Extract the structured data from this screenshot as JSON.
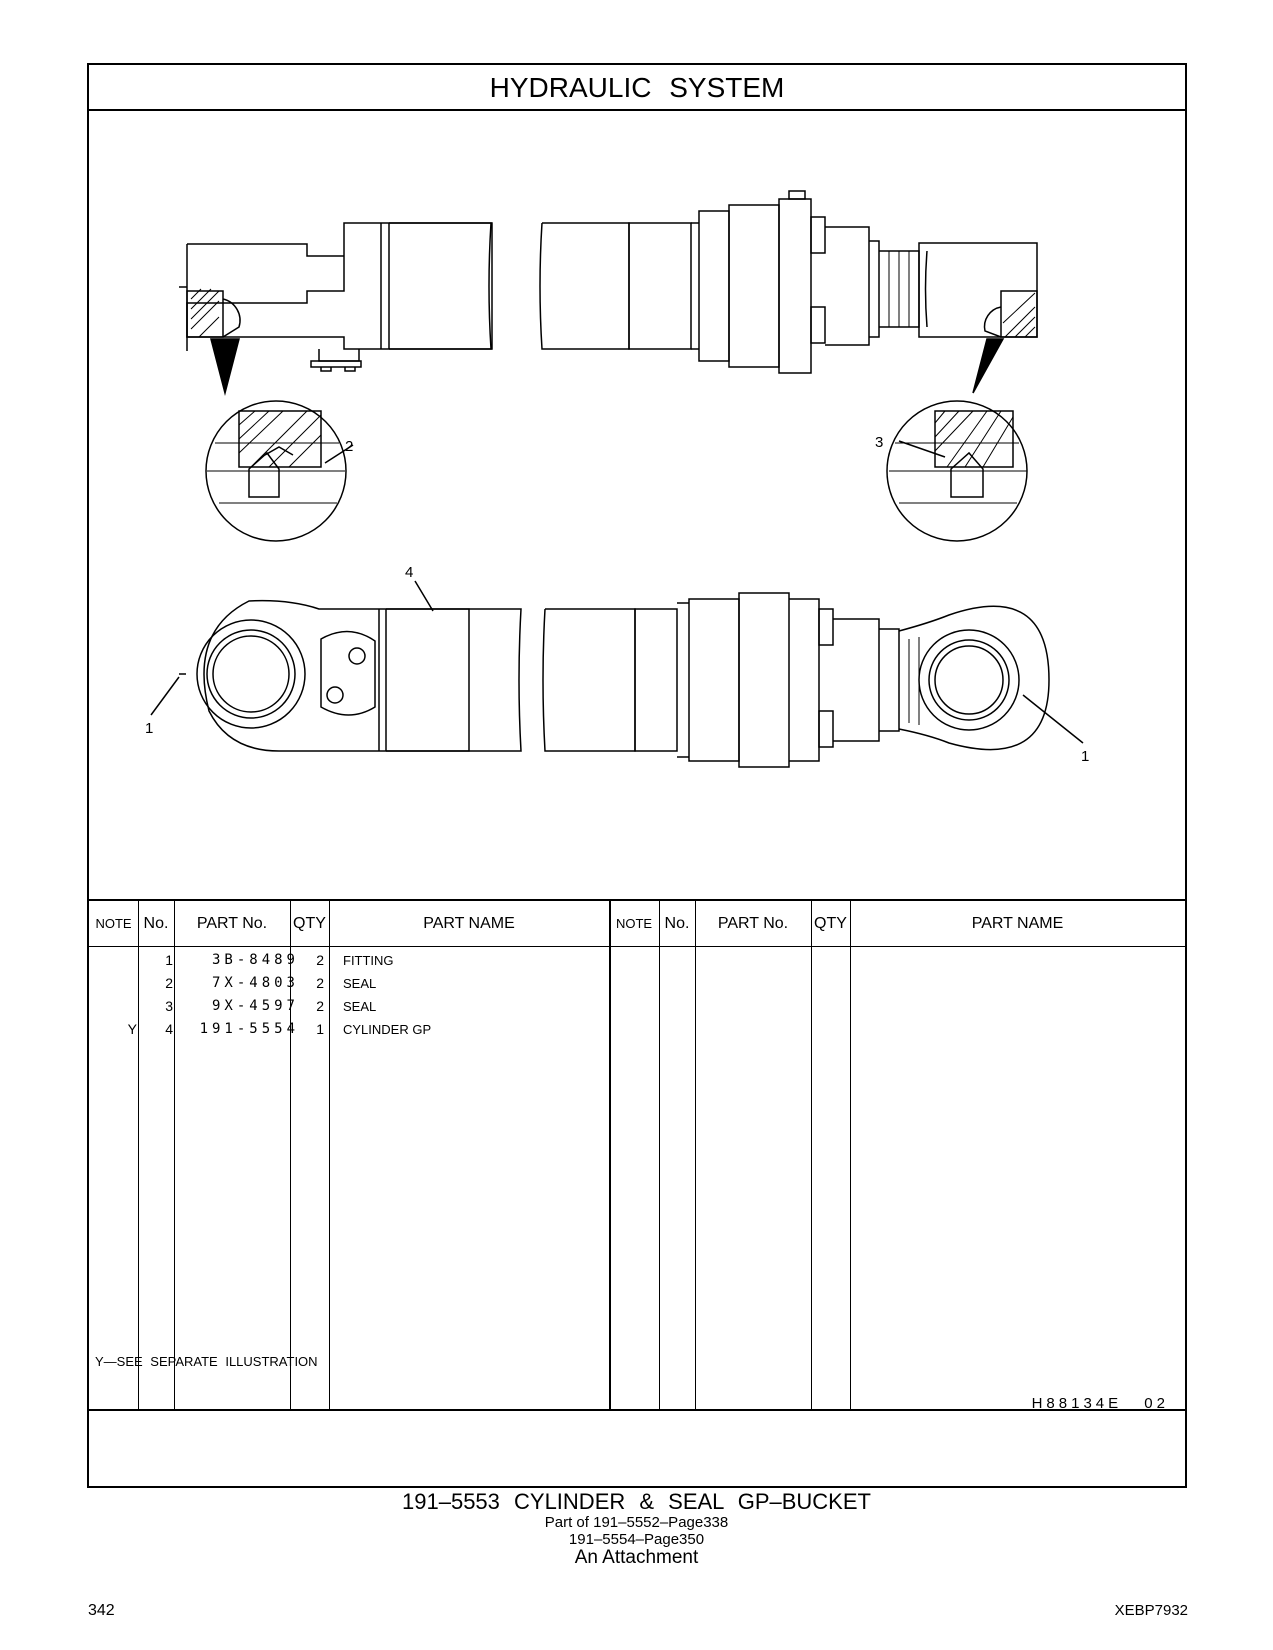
{
  "header": {
    "title": "HYDRAULIC   SYSTEM"
  },
  "callouts": [
    "2",
    "3",
    "4",
    "1",
    "1"
  ],
  "table": {
    "headers": [
      "NOTE",
      "No.",
      "PART No.",
      "QTY",
      "PART NAME",
      "NOTE",
      "No.",
      "PART No.",
      "QTY",
      "PART NAME"
    ],
    "rows": [
      {
        "note": "",
        "no": "1",
        "part_no": "3B-8489",
        "qty": "2",
        "name": "FITTING"
      },
      {
        "note": "",
        "no": "2",
        "part_no": "7X-4803",
        "qty": "2",
        "name": "SEAL"
      },
      {
        "note": "",
        "no": "3",
        "part_no": "9X-4597",
        "qty": "2",
        "name": "SEAL"
      },
      {
        "note": "Y",
        "no": "4",
        "part_no": "191-5554",
        "qty": "1",
        "name": "CYLINDER  GP"
      }
    ]
  },
  "footnote": "Y—SEE  SEPARATE  ILLUSTRATION",
  "drawing_code": "H88134E  02",
  "caption": {
    "title": "191–5553  CYLINDER & SEAL GP–BUCKET",
    "line1": "Part of 191–5552–Page338",
    "line2": "191–5554–Page350",
    "line3": "An Attachment"
  },
  "footer": {
    "page_number": "342",
    "doc_id": "XEBP7932"
  }
}
